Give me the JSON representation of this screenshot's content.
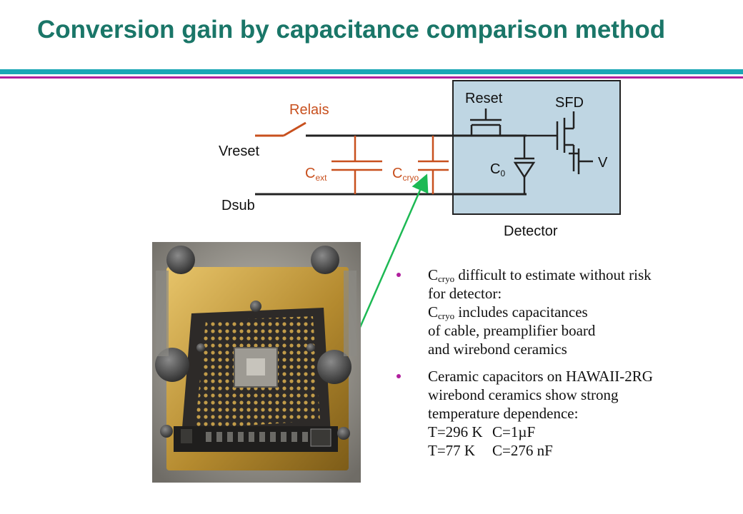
{
  "slide": {
    "title": "Conversion gain by capacitance comparison method"
  },
  "colors": {
    "title": "#1a7668",
    "rule_teal": "#1aa7b5",
    "rule_magenta": "#b11f9e",
    "circuit_orange": "#c8501e",
    "detector_fill": "#bfd6e3",
    "arrow_green": "#1db954",
    "bullet": "#b11f9e"
  },
  "circuit": {
    "relais_label": "Relais",
    "vreset_label": "Vreset",
    "dsub_label": "Dsub",
    "cext_main": "C",
    "cext_sub": "ext",
    "ccryo_main": "C",
    "ccryo_sub": "cryo",
    "reset_label": "Reset",
    "sfd_label": "SFD",
    "c0_main": "C",
    "c0_sub": "0",
    "v_label": "V",
    "detector_label": "Detector"
  },
  "bullets": {
    "b1_l1_main": "C",
    "b1_l1_sub": "cryo",
    "b1_l1_rest": " difficult to estimate without risk",
    "b1_l2": "for detector:",
    "b1_l3_main": "C",
    "b1_l3_sub": "cryo",
    "b1_l3_rest": " includes capacitances",
    "b1_l4": "of cable, preamplifier board",
    "b1_l5": "and wirebond ceramics",
    "b2_l1": "Ceramic capacitors on HAWAII-2RG",
    "b2_l2": "wirebond ceramics show strong",
    "b2_l3": "temperature dependence:",
    "t1_temp": "T=296 K",
    "t1_cap": "C=1µF",
    "t2_temp": "T=77 K",
    "t2_cap": "C=276 nF"
  },
  "photo": {
    "icon": "detector-mount-photo"
  }
}
